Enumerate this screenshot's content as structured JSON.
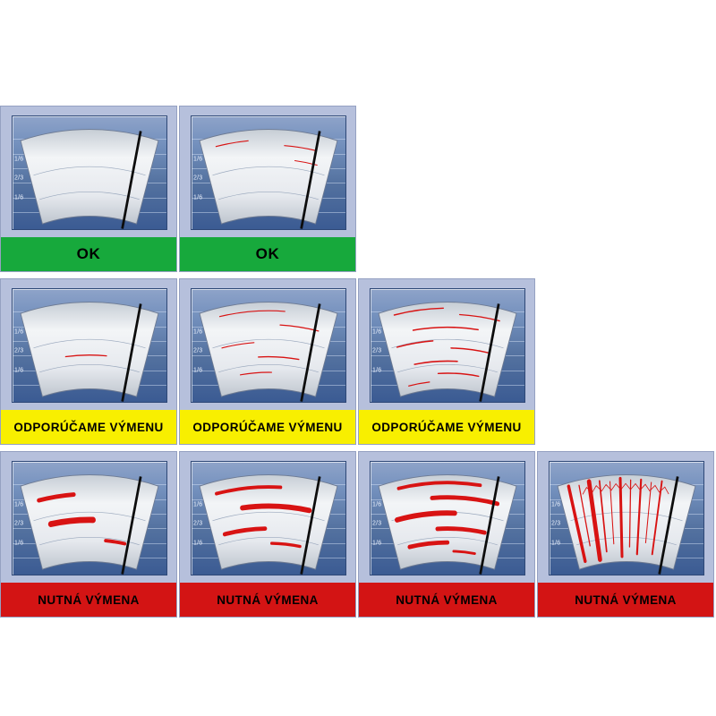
{
  "title": "wiper-blade-wear-guide",
  "streak_color": "#d81313",
  "panel": {
    "scale_labels": [
      "1/6",
      "2/3",
      "1/6"
    ]
  },
  "rows": [
    {
      "status": "ok",
      "label": "OK",
      "color": "#17a93c",
      "cells": [
        {
          "condition": "clean",
          "streaks": []
        },
        {
          "condition": "light-marks",
          "streaks": [
            {
              "r": 303,
              "a1": -13,
              "a2": -5,
              "w": 1.2
            },
            {
              "r": 297,
              "a1": 4,
              "a2": 12,
              "w": 1.2
            },
            {
              "r": 281,
              "a1": 7,
              "a2": 13,
              "w": 1.0
            }
          ]
        }
      ]
    },
    {
      "status": "recommend-replacement",
      "label": "ODPORÚČAME VÝMENU",
      "color": "#f8ef00",
      "cells": [
        {
          "condition": "single-streak",
          "streaks": [
            {
              "r": 254,
              "a1": -7,
              "a2": 5,
              "w": 1.4
            }
          ]
        },
        {
          "condition": "several-streaks",
          "streaks": [
            {
              "r": 305,
              "a1": -12,
              "a2": 4,
              "w": 1.2
            },
            {
              "r": 289,
              "a1": 3,
              "a2": 13,
              "w": 1.3
            },
            {
              "r": 269,
              "a1": -13,
              "a2": -4,
              "w": 1.2
            },
            {
              "r": 252,
              "a1": -3,
              "a2": 9,
              "w": 1.4
            },
            {
              "r": 234,
              "a1": -9,
              "a2": 1,
              "w": 1.2
            }
          ]
        },
        {
          "condition": "many-streaks",
          "streaks": [
            {
              "r": 308,
              "a1": -13,
              "a2": -1,
              "w": 1.5
            },
            {
              "r": 301,
              "a1": 3,
              "a2": 13,
              "w": 1.4
            },
            {
              "r": 286,
              "a1": -9,
              "a2": 8,
              "w": 1.6
            },
            {
              "r": 271,
              "a1": -14,
              "a2": -4,
              "w": 1.5
            },
            {
              "r": 262,
              "a1": 1,
              "a2": 12,
              "w": 1.5
            },
            {
              "r": 247,
              "a1": -10,
              "a2": 3,
              "w": 1.6
            },
            {
              "r": 233,
              "a1": -3,
              "a2": 10,
              "w": 1.5
            },
            {
              "r": 224,
              "a1": -13,
              "a2": -6,
              "w": 1.3
            }
          ]
        }
      ]
    },
    {
      "status": "replacement-necessary",
      "label": "NUTNÁ VÝMENA",
      "color": "#d31414",
      "cells": [
        {
          "condition": "smears",
          "streaks": [
            {
              "r": 293,
              "a1": -13,
              "a2": -4,
              "w": 5
            },
            {
              "r": 263,
              "a1": -11,
              "a2": 1,
              "w": 7
            },
            {
              "r": 240,
              "a1": 5,
              "a2": 11,
              "w": 4
            }
          ]
        },
        {
          "condition": "heavy-smears",
          "streaks": [
            {
              "r": 301,
              "a1": -13,
              "a2": 3,
              "w": 4
            },
            {
              "r": 279,
              "a1": -7,
              "a2": 11,
              "w": 6
            },
            {
              "r": 253,
              "a1": -13,
              "a2": -1,
              "w": 5
            },
            {
              "r": 236,
              "a1": 1,
              "a2": 10,
              "w": 3.5
            }
          ]
        },
        {
          "condition": "severe-smears",
          "streaks": [
            {
              "r": 306,
              "a1": -12,
              "a2": 8,
              "w": 4
            },
            {
              "r": 289,
              "a1": -4,
              "a2": 13,
              "w": 5
            },
            {
              "r": 271,
              "a1": -14,
              "a2": 2,
              "w": 6
            },
            {
              "r": 253,
              "a1": -3,
              "a2": 11,
              "w": 5
            },
            {
              "r": 237,
              "a1": -12,
              "a2": 0,
              "w": 5
            },
            {
              "r": 227,
              "a1": 2,
              "a2": 9,
              "w": 3
            }
          ]
        },
        {
          "condition": "chatter-marks",
          "streaks": [],
          "scribble": true,
          "radials": [
            {
              "a": -14,
              "w": 4,
              "r1": 311,
              "r2": 222
            },
            {
              "a": -11.5,
              "w": 1.5,
              "r1": 309,
              "r2": 238
            },
            {
              "a": -9,
              "w": 5.5,
              "r1": 311,
              "r2": 220
            },
            {
              "a": -6.5,
              "w": 2,
              "r1": 310,
              "r2": 228
            },
            {
              "a": -4,
              "w": 1.2,
              "r1": 308,
              "r2": 236
            },
            {
              "a": -1.5,
              "w": 3.5,
              "r1": 311,
              "r2": 221
            },
            {
              "a": 1,
              "w": 1.5,
              "r1": 309,
              "r2": 232
            },
            {
              "a": 3.5,
              "w": 2.5,
              "r1": 310,
              "r2": 224
            },
            {
              "a": 6,
              "w": 1.2,
              "r1": 308,
              "r2": 238
            },
            {
              "a": 8.5,
              "w": 2.2,
              "r1": 311,
              "r2": 226
            }
          ]
        }
      ]
    }
  ]
}
